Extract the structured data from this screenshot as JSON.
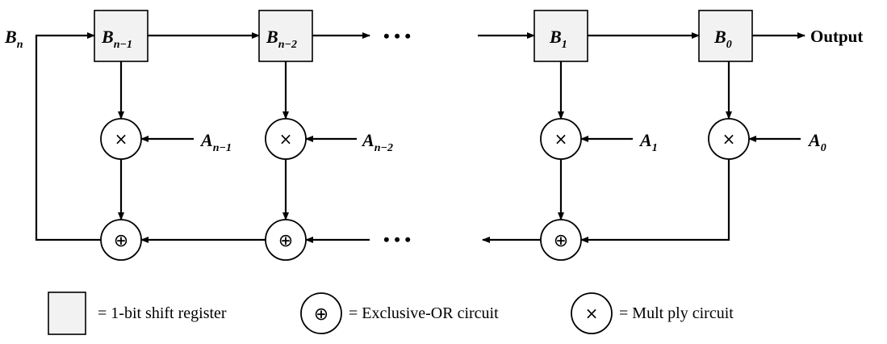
{
  "registers": {
    "b_n_minus_1": {
      "base": "B",
      "sub": "n−1"
    },
    "b_n_minus_2": {
      "base": "B",
      "sub": "n−2"
    },
    "b_1": {
      "base": "B",
      "sub": "1"
    },
    "b_0": {
      "base": "B",
      "sub": "0"
    }
  },
  "inputs": {
    "b_n": {
      "base": "B",
      "sub": "n"
    },
    "a_n_minus_1": {
      "base": "A",
      "sub": "n−1"
    },
    "a_n_minus_2": {
      "base": "A",
      "sub": "n−2"
    },
    "a_1": {
      "base": "A",
      "sub": "1"
    },
    "a_0": {
      "base": "A",
      "sub": "0"
    }
  },
  "output_label": "Output",
  "ellipsis": "• • •",
  "symbols": {
    "multiply": "×",
    "xor": "⊕"
  },
  "legend": {
    "shift_register": "= 1-bit shift register",
    "xor": "= Exclusive-OR circuit",
    "multiply": "= Mult ply circuit"
  }
}
